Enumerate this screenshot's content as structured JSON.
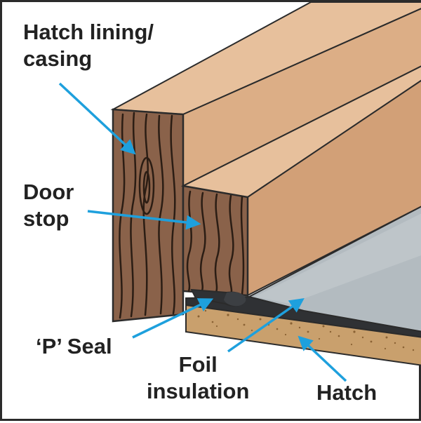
{
  "labels": {
    "lining": [
      "Hatch lining/",
      "casing"
    ],
    "stop": [
      "Door",
      "stop"
    ],
    "seal": "‘P’ Seal",
    "foil": [
      "Foil",
      "insulation"
    ],
    "hatch": "Hatch"
  },
  "colors": {
    "wood_light": "#dcae86",
    "wood_face": "#d2a077",
    "wood_top": "#e7c09c",
    "wood_end": "#8a624a",
    "grain": "#2b1d14",
    "outline": "#2b2b2b",
    "hatch_board": "#c9a06d",
    "foil": "#b4bcc1",
    "seal": "#2f3134",
    "arrow": "#1ea0dd"
  }
}
